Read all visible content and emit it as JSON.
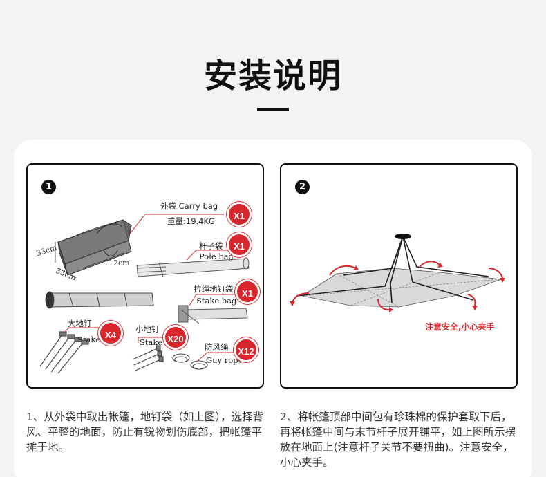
{
  "page": {
    "title": "安装说明"
  },
  "step1": {
    "number": "1",
    "carry_bag_label": "外袋 Carry bag",
    "weight_label": "重量:19.4KG",
    "carry_bag_qty": "X1",
    "pole_bag_cn": "杆子袋",
    "pole_bag_en": "Pole bag",
    "pole_bag_qty": "X1",
    "stake_bag_cn": "拉绳地钉袋",
    "stake_bag_en": "Stake bag",
    "stake_bag_qty": "X1",
    "big_stake_cn": "大地钉",
    "big_stake_en": "Stake",
    "big_stake_qty": "X4",
    "small_stake_cn": "小地钉",
    "small_stake_en": "Stake",
    "small_stake_qty": "X20",
    "guy_rope_cn": "防风绳",
    "guy_rope_en": "Guy rope",
    "guy_rope_qty": "X12",
    "dim_height": "33cm",
    "dim_depth": "33cm",
    "dim_length": "112cm",
    "description": "1、从外袋中取出帐篷，地钉袋（如上图），选择背风、平整的地面，防止有锐物划伤底部，把帐篷平摊于地。"
  },
  "step2": {
    "number": "2",
    "warning": "注意安全,小心夹手",
    "description": "2、将帐篷顶部中间包有珍珠棉的保护套取下后，再将帐篷中间与末节杆子展开铺平，如上图所示摆放在地面上(注意杆子关节不要扭曲)。注意安全，小心夹手。"
  },
  "colors": {
    "accent_red": "#d8262c",
    "card_bg": "#ffffff",
    "page_bg": "#f3f3f3"
  }
}
